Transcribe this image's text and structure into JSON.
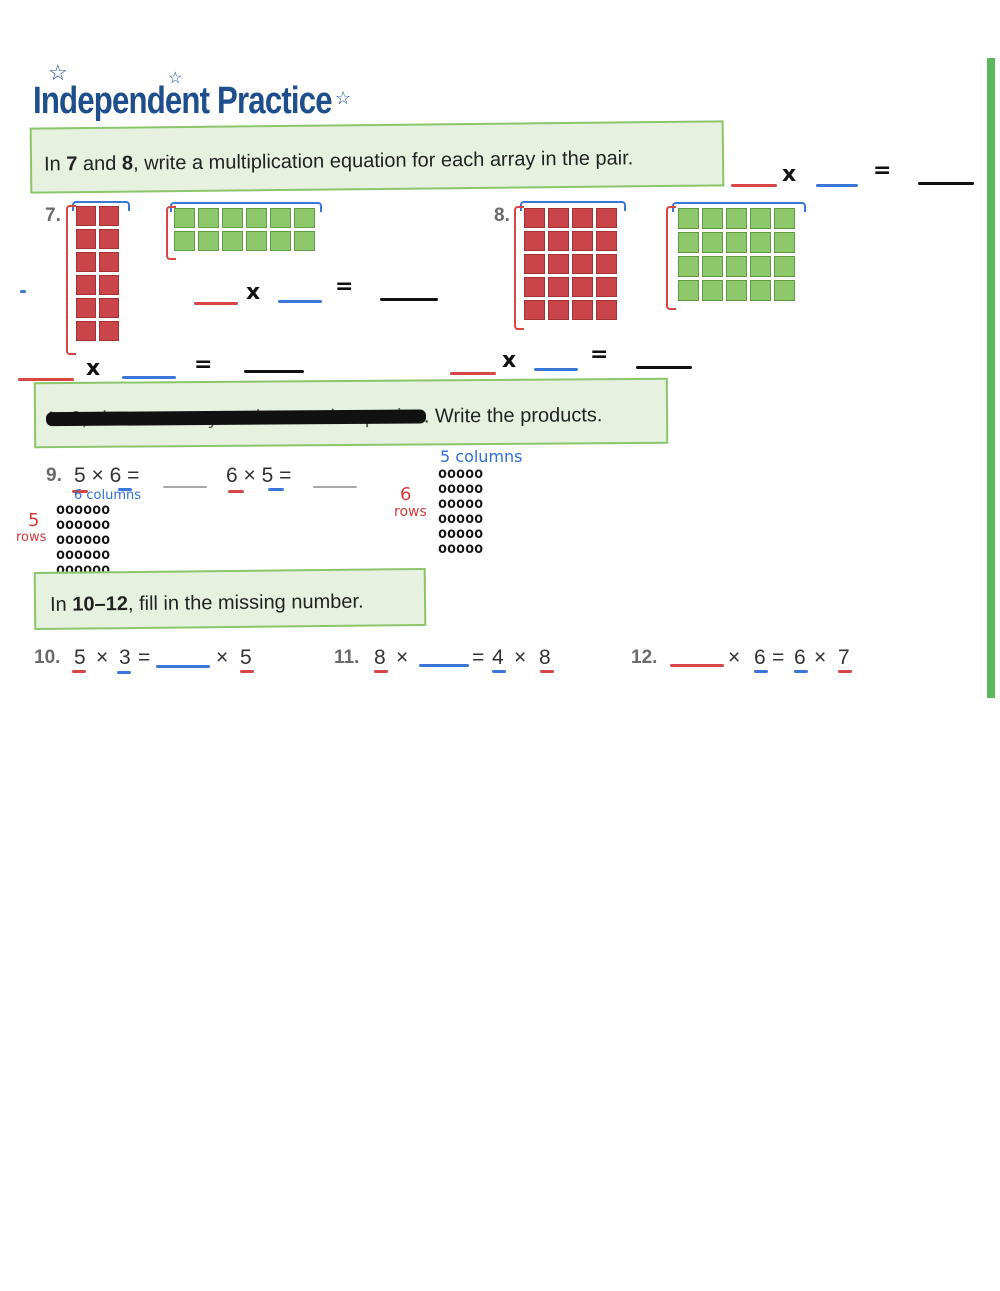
{
  "title": "Independent Practice",
  "banner1": {
    "pre": "In ",
    "n1": "7",
    "mid": " and ",
    "n2": "8",
    "post": ", write a multiplication equation for each array in the pair."
  },
  "banner2": {
    "struck": "In 9, show an array to show each equation",
    "post": ". Write the products."
  },
  "banner3": {
    "pre": "In ",
    "n": "10–12",
    "post": ", fill in the missing number."
  },
  "problem7": {
    "label": "7.",
    "left_array": {
      "rows": 6,
      "cols": 2,
      "color": "#c9454a"
    },
    "right_array": {
      "rows": 2,
      "cols": 6,
      "color": "#8dc96b"
    }
  },
  "problem8": {
    "label": "8.",
    "left_array": {
      "rows": 5,
      "cols": 4,
      "color": "#c9454a"
    },
    "right_array": {
      "rows": 4,
      "cols": 5,
      "color": "#8dc96b"
    }
  },
  "symbols": {
    "times": "x",
    "equals": "="
  },
  "problem9": {
    "label": "9.",
    "eq1": "5 × 6 =",
    "eq2": "6 × 5 =",
    "note_cols_a": "6 columns",
    "note_rows_a_num": "5",
    "note_rows_a": "rows",
    "note_cols_b": "5 columns",
    "note_rows_b_num": "6",
    "note_rows_b": "rows",
    "array_a": [
      "oooooo",
      "oooooo",
      "oooooo",
      "oooooo",
      "oooooo"
    ],
    "array_b": [
      "ooooo",
      "ooooo",
      "ooooo",
      "ooooo",
      "ooooo",
      "ooooo"
    ]
  },
  "problem10": {
    "label": "10.",
    "a": "5",
    "times1": "×",
    "b": "3",
    "eq": "=",
    "times2": "×",
    "c": "5"
  },
  "problem11": {
    "label": "11.",
    "a": "8",
    "times1": "×",
    "eq": "=",
    "b": "4",
    "times2": "×",
    "c": "8"
  },
  "problem12": {
    "label": "12.",
    "times1": "×",
    "a": "6",
    "eq": "=",
    "b": "6",
    "times2": "×",
    "c": "7"
  },
  "colors": {
    "title": "#1f4e8c",
    "banner_bg": "#e6f2df",
    "banner_border": "#8cc56b",
    "red_ink": "#d94545",
    "blue_ink": "#3a77d8"
  }
}
